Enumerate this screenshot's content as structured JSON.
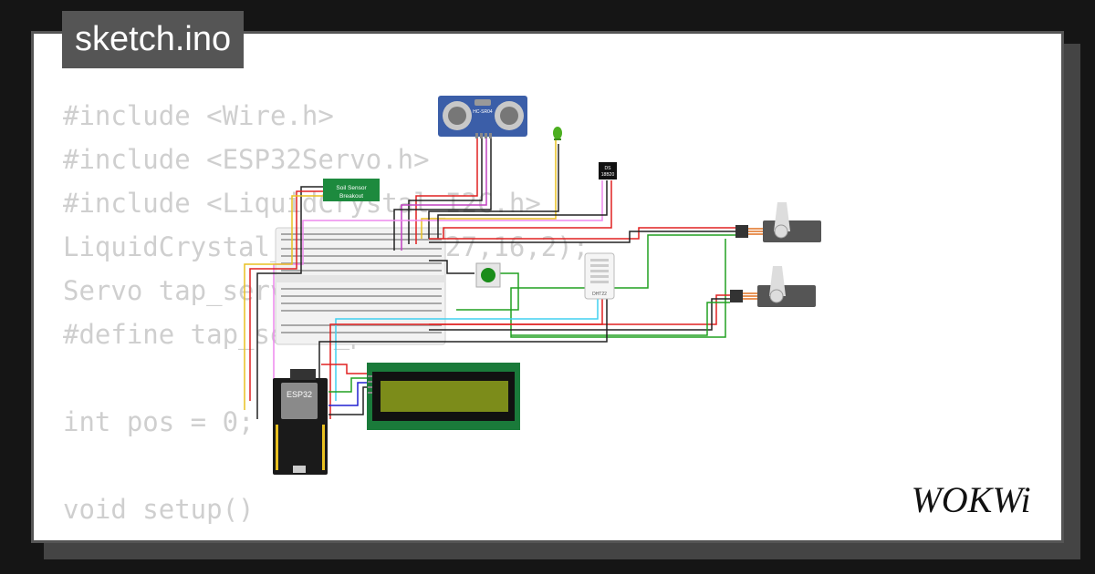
{
  "title": "sketch.ino",
  "code_lines": [
    "#include <Wire.h>",
    "#include <ESP32Servo.h>",
    "#include <LiquidCrystal_I2C.h>",
    "LiquidCrystal_I2C lcd(0x27,16,2);",
    "Servo tap_servo;",
    "#define tap_servo_pin 26",
    "",
    "int pos = 0;",
    "",
    "void setup()",
    "{"
  ],
  "logo_text": "WOKWi",
  "components": {
    "ultrasonic_label": "HC-SR04",
    "soil_sensor_label_1": "Soil Sensor",
    "soil_sensor_label_2": "Breakout",
    "temp_sensor_label_1": "DS",
    "temp_sensor_label_2": "18B20",
    "dht_label": "DHT22",
    "esp32_label": "ESP32"
  },
  "colors": {
    "background": "#151515",
    "card": "#ffffff",
    "tab": "#555555",
    "code_text": "#cfcfcf",
    "lcd_board": "#1a7a3a",
    "lcd_screen": "#7c8c1a"
  }
}
